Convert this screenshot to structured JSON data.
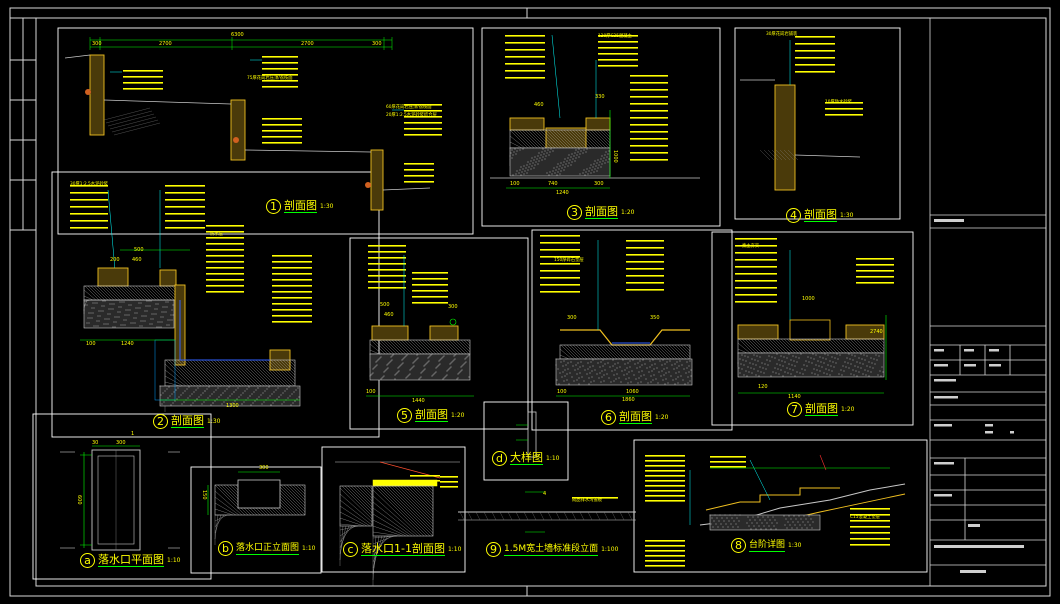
{
  "colors": {
    "frame": "#d8d8d8",
    "box": "#ffffff",
    "wall": "#f0c020",
    "note": "#ffff00",
    "dim": "#00ff00",
    "leader": "#00ffff",
    "water": "#3060ff",
    "soil": "#c8c8c8",
    "accent": "#ff3030"
  },
  "titles": {
    "t1": {
      "num": "1",
      "text": "剖面图",
      "scale": "1:30"
    },
    "t2": {
      "num": "2",
      "text": "剖面图",
      "scale": "1:30"
    },
    "t3": {
      "num": "3",
      "text": "剖面图",
      "scale": "1:20"
    },
    "t4": {
      "num": "4",
      "text": "剖面图",
      "scale": "1:30"
    },
    "t5": {
      "num": "5",
      "text": "剖面图",
      "scale": "1:20"
    },
    "t6": {
      "num": "6",
      "text": "剖面图",
      "scale": "1:20"
    },
    "t7": {
      "num": "7",
      "text": "剖面图",
      "scale": "1:20"
    },
    "t8": {
      "num": "8",
      "text": "台阶详图",
      "scale": "1:30"
    },
    "t9": {
      "num": "9",
      "text": "1.5M宽土墙标准段立面",
      "scale": "1:100"
    },
    "ta": {
      "num": "a",
      "text": "落水口平面图",
      "scale": "1:10"
    },
    "tb": {
      "num": "b",
      "text": "落水口正立面图",
      "scale": "1:10"
    },
    "tc": {
      "num": "c",
      "text": "落水口1-1剖面图",
      "scale": "1:10"
    },
    "td": {
      "num": "d",
      "text": "大样图",
      "scale": "1:10"
    }
  },
  "dims": {
    "p1_total": "6300",
    "p1_a": "300",
    "p1_b": "2700",
    "p1_c": "2700",
    "p1_d": "300",
    "p2_a": "100",
    "p2_b": "1240",
    "p2_c": "1300",
    "p2_d": "500",
    "p2_e": "460",
    "p2_f": "200",
    "p3_a": "100",
    "p3_b": "740",
    "p3_c": "1240",
    "p3_d": "1000",
    "p3_e": "300",
    "p3_f": "460",
    "p3_g": "330",
    "p5_a": "100",
    "p5_b": "1440",
    "p5_c": "500",
    "p5_d": "460",
    "p5_e": "300",
    "p6_a": "100",
    "p6_b": "1860",
    "p6_c": "1060",
    "p6_d": "350",
    "p6_e": "300",
    "p7_a": "1000",
    "p7_b": "1140",
    "p7_c": "120",
    "p7_d": "2740",
    "pa_a": "30",
    "pa_b": "300",
    "pa_c": "600",
    "pa_d": "1",
    "pb_a": "300",
    "pb_b": "150",
    "p9_a": "4"
  },
  "notes": {
    "n1": "60厚花岗岩压顶/荔枝面",
    "n2": "20厚1:2.5水泥砂浆结合层",
    "n3": "75厚花岗岩压顶/荔枝面",
    "n4": "30厚1:2.5水泥砂浆",
    "n5": "120厚C25混凝土",
    "n6": "150厚碎石垫层",
    "n7": "素土夯实",
    "n8": "防水层",
    "n9": "30厚花岗岩铺装",
    "n10": "10厚防水砂浆",
    "n11": "C15混凝土垫层",
    "n12": "成品排水沟盖板"
  },
  "titleblock": {
    "rows": [
      "",
      "",
      "",
      "",
      "",
      "",
      ""
    ]
  }
}
